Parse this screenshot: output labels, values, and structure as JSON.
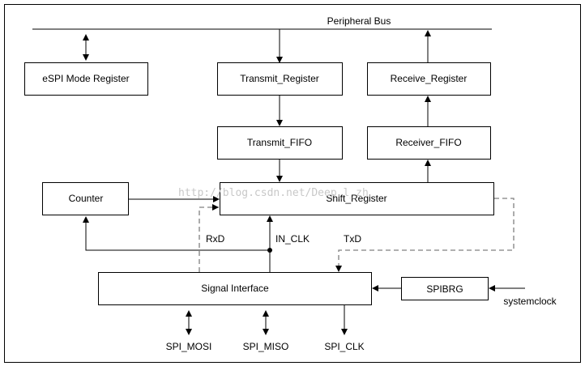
{
  "diagram": {
    "bus_label": "Peripheral Bus",
    "blocks": {
      "espi_mode_register": "eSPI Mode Register",
      "transmit_register": "Transmit_Register",
      "receive_register": "Receive_Register",
      "transmit_fifo": "Transmit_FIFO",
      "receiver_fifo": "Receiver_FIFO",
      "counter": "Counter",
      "shift_register": "Shift_Register",
      "signal_interface": "Signal Interface",
      "spibrg": "SPIBRG"
    },
    "signals": {
      "rxd": "RxD",
      "in_clk": "IN_CLK",
      "txd": "TxD",
      "systemclock": "systemclock",
      "spi_mosi": "SPI_MOSI",
      "spi_miso": "SPI_MISO",
      "spi_clk": "SPI_CLK"
    },
    "watermark": "http://blog.csdn.net/Deep_l_zh"
  }
}
